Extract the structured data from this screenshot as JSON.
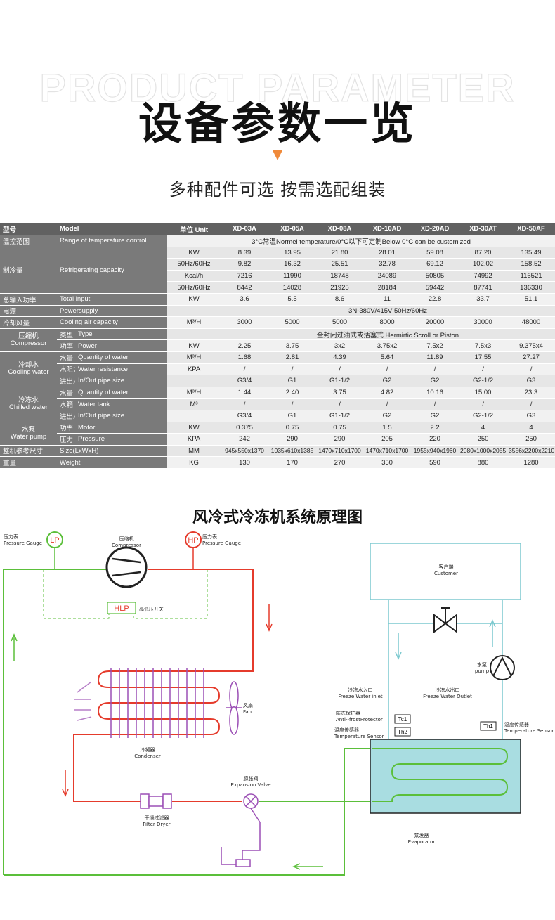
{
  "header": {
    "ghost": "PRODUCT PARAMETER",
    "title": "设备参数一览",
    "subtitle": "多种配件可选 按需选配组装"
  },
  "table": {
    "head": [
      "型号",
      "Model",
      "单位 Unit",
      "XD-03A",
      "XD-05A",
      "XD-08A",
      "XD-10AD",
      "XD-20AD",
      "XD-30AT",
      "XD-50AF"
    ],
    "temp_range": {
      "cn": "温控范围",
      "en": "Range of temperature control",
      "value": "3°C常温Normel temperature/0°C以下可定制Below 0°C can be customized"
    },
    "refrig": {
      "cn": "制冷量",
      "en": "Refrigerating capacity",
      "rows": [
        {
          "unit": "KW",
          "v": [
            "8.39",
            "13.95",
            "21.80",
            "28.01",
            "59.08",
            "87.20",
            "135.49"
          ]
        },
        {
          "unit": "50Hz/60Hz",
          "v": [
            "9.82",
            "16.32",
            "25.51",
            "32.78",
            "69.12",
            "102.02",
            "158.52"
          ]
        },
        {
          "unit": "Kcal/h",
          "v": [
            "7216",
            "11990",
            "18748",
            "24089",
            "50805",
            "74992",
            "116521"
          ]
        },
        {
          "unit": "50Hz/60Hz",
          "v": [
            "8442",
            "14028",
            "21925",
            "28184",
            "59442",
            "87741",
            "136330"
          ]
        }
      ]
    },
    "total_input": {
      "cn": "总输入功率",
      "en": "Total input",
      "unit": "KW",
      "v": [
        "3.6",
        "5.5",
        "8.6",
        "11",
        "22.8",
        "33.7",
        "51.1"
      ]
    },
    "power": {
      "cn": "电源",
      "en": "Powersupply",
      "value": "3N-380V/415V  50Hz/60Hz"
    },
    "air": {
      "cn": "冷却风量",
      "en": "Cooling air capacity",
      "unit": "M³/H",
      "v": [
        "3000",
        "5000",
        "5000",
        "8000",
        "20000",
        "30000",
        "48000"
      ]
    },
    "compressor": {
      "cn": "压缩机",
      "en": "Compressor",
      "type": {
        "cn": "类型",
        "en": "Type",
        "value": "全封闭过油式或活塞式 Hermirtic Scroll or Piston"
      },
      "power": {
        "cn": "功率",
        "en": "Power",
        "unit": "KW",
        "v": [
          "2.25",
          "3.75",
          "3x2",
          "3.75x2",
          "7.5x2",
          "7.5x3",
          "9.375x4"
        ]
      }
    },
    "cooling_water": {
      "cn": "冷却水",
      "en": "Cooling water",
      "qty": {
        "cn": "水量",
        "en": "Quantity of water",
        "unit": "M³/H",
        "v": [
          "1.68",
          "2.81",
          "4.39",
          "5.64",
          "11.89",
          "17.55",
          "27.27"
        ]
      },
      "resist": {
        "cn": "水阻力",
        "en": "Water resistance",
        "unit": "KPA",
        "v": [
          "/",
          "/",
          "/",
          "/",
          "/",
          "/",
          "/"
        ]
      },
      "pipe": {
        "cn": "进出水管径",
        "en": "In/Out pipe size",
        "unit": "",
        "v": [
          "G3/4",
          "G1",
          "G1-1/2",
          "G2",
          "G2",
          "G2-1/2",
          "G3"
        ]
      }
    },
    "chilled_water": {
      "cn": "冷冻水",
      "en": "Chilled water",
      "qty": {
        "cn": "水量",
        "en": "Quantity of water",
        "unit": "M³/H",
        "v": [
          "1.44",
          "2.40",
          "3.75",
          "4.82",
          "10.16",
          "15.00",
          "23.3"
        ]
      },
      "tank": {
        "cn": "水箱",
        "en": "Water tank",
        "unit": "M³",
        "v": [
          "/",
          "/",
          "/",
          "/",
          "/",
          "/",
          "/"
        ]
      },
      "pipe": {
        "cn": "进出水管径",
        "en": "In/Out pipe size",
        "unit": "",
        "v": [
          "G3/4",
          "G1",
          "G1-1/2",
          "G2",
          "G2",
          "G2-1/2",
          "G3"
        ]
      }
    },
    "pump": {
      "cn": "水泵",
      "en": "Water pump",
      "motor": {
        "cn": "功率",
        "en": "Motor",
        "unit": "KW",
        "v": [
          "0.375",
          "0.75",
          "0.75",
          "1.5",
          "2.2",
          "4",
          "4"
        ]
      },
      "pressure": {
        "cn": "压力",
        "en": "Pressure",
        "unit": "KPA",
        "v": [
          "242",
          "290",
          "290",
          "205",
          "220",
          "250",
          "250"
        ]
      }
    },
    "size": {
      "cn": "整机参考尺寸",
      "en": "Size(LxWxH)",
      "unit": "MM",
      "v": [
        "945x550x1370",
        "1035x610x1385",
        "1470x710x1700",
        "1470x710x1700",
        "1955x940x1960",
        "2080x1000x2055",
        "3556x2200x2210"
      ]
    },
    "weight": {
      "cn": "重量",
      "en": "Weight",
      "unit": "KG",
      "v": [
        "130",
        "170",
        "270",
        "350",
        "590",
        "880",
        "1280"
      ]
    }
  },
  "diagram": {
    "title": "风冷式冷冻机系统原理图",
    "lp": "LP",
    "hp": "HP",
    "hlp": "HLP",
    "gauge_l_cn": "压力表",
    "gauge_l_en": "Pressure Gauge",
    "gauge_r_cn": "压力表",
    "gauge_r_en": "Pressure Gauge",
    "compressor_cn": "压缩机",
    "compressor_en": "Compressor",
    "switch_cn": "高低压开关",
    "fan_cn": "风扇",
    "fan_en": "Fan",
    "condenser_cn": "冷凝器",
    "condenser_en": "Condenser",
    "dryer_cn": "干燥过滤器",
    "dryer_en": "Filter Dryer",
    "valve_cn": "膨胀阀",
    "valve_en": "Expansion Valve",
    "customer_cn": "客户端",
    "customer_en": "Customer",
    "pump_cn": "水泵",
    "pump_en": "pump",
    "inlet_cn": "冷冻水入口",
    "inlet_en": "Freeze Water inlet",
    "outlet_cn": "冷冻水出口",
    "outlet_en": "Freeze Water Outlet",
    "antifrost_cn": "防冻保护器",
    "antifrost_en": "Anti--frostProtector",
    "tsensor_l_cn": "温度传感器",
    "tsensor_l_en": "Temperature Sensor",
    "tsensor_r_cn": "温度传感器",
    "tsensor_r_en": "Temperature Sensor",
    "tc1": "Tc1",
    "th2": "Th2",
    "th1": "Th1",
    "evaporator_cn": "蒸发器",
    "evaporator_en": "Evaporator",
    "colors": {
      "refrigerant_hot": "#e53b2c",
      "refrigerant_cold": "#5bbf3a",
      "water": "#7cc9cf",
      "valve": "#9b4fb5"
    }
  }
}
